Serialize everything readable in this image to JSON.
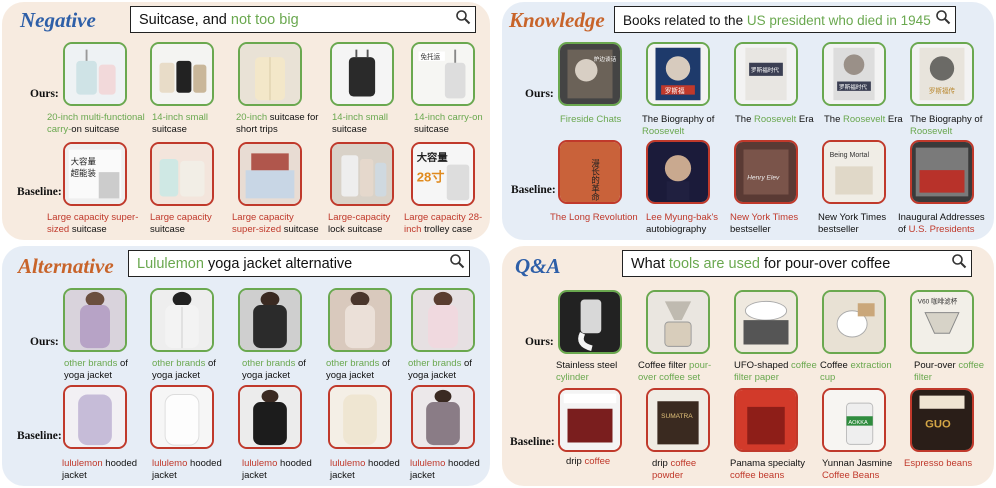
{
  "panels": {
    "negative": {
      "title": "Negative",
      "query_plain": "Suitcase, and ",
      "query_green": "not too big",
      "ours_label": "Ours:",
      "baseline_label": "Baseline:",
      "ours": [
        {
          "g": "20-inch multi-functional carry-",
          "t": "on suitcase"
        },
        {
          "g": "14-inch small",
          "t": " suitcase"
        },
        {
          "g": "20-inch",
          "t": " suitcase for short trips"
        },
        {
          "g": "14-inch small",
          "t": " suitcase"
        },
        {
          "g": "14-inch carry-on",
          "t": " suitcase"
        }
      ],
      "baseline": [
        {
          "r": "Large capacity super-sized",
          "t": " suitcase"
        },
        {
          "r": "Large capacity",
          "t": " suitcase"
        },
        {
          "r": "Large capacity super-sized",
          "t": " suitcase"
        },
        {
          "r": "Large-capacity",
          "t": " lock suitcase"
        },
        {
          "r": "Large capacity 28-inch",
          "t": " trolley case"
        }
      ]
    },
    "knowledge": {
      "title": "Knowledge",
      "query_plain": "Books related to the ",
      "query_green": "US president who died in 1945",
      "ours_label": "Ours:",
      "baseline_label": "Baseline:",
      "ours": [
        {
          "g": "Fireside Chats",
          "t": ""
        },
        {
          "t1": "The Biography of ",
          "g": "Roosevelt"
        },
        {
          "t1": "The ",
          "g": "Roosevelt",
          "t": " Era"
        },
        {
          "t1": "The ",
          "g": "Roosevelt",
          "t": " Era"
        },
        {
          "t1": "The Biography of ",
          "g": "Roosevelt"
        }
      ],
      "baseline": [
        {
          "r": "The Long Revolution",
          "t": ""
        },
        {
          "r": "Lee Myung-bak's",
          "t": " autobiography"
        },
        {
          "r": "New York Times",
          "t": " bestseller"
        },
        {
          "t1": "New York Times bestseller",
          "r": ""
        },
        {
          "t1": "Inaugural Addresses of ",
          "r": "U.S. Presidents"
        }
      ],
      "book_text": [
        "炉边谈话",
        "罗斯福",
        "罗斯福时代",
        "罗斯福时代",
        "罗斯福传",
        "漫长的革命",
        "",
        "",
        "Being Mortal",
        ""
      ]
    },
    "alternative": {
      "title": "Alternative",
      "query_green": "Lululemon",
      "query_plain": " yoga jacket alternative",
      "ours_label": "Ours:",
      "baseline_label": "Baseline:",
      "ours": [
        {
          "g": "other brands",
          "t": " of yoga jacket"
        },
        {
          "g": "other brands",
          "t": " of yoga jacket"
        },
        {
          "g": "other brands",
          "t": " of yoga jacket"
        },
        {
          "g": "other brands",
          "t": " of yoga jacket"
        },
        {
          "g": "other brands",
          "t": " of yoga jacket"
        }
      ],
      "baseline": [
        {
          "r": "lululemon",
          "t": " hooded jacket"
        },
        {
          "r": "lululemo",
          "t": " hooded jacket"
        },
        {
          "r": "lululemo",
          "t": " hooded jacket"
        },
        {
          "r": "lululemo",
          "t": " hooded jacket"
        },
        {
          "r": "lululemo",
          "t": " hooded jacket"
        }
      ]
    },
    "qa": {
      "title": "Q&A",
      "query_plain": "What ",
      "query_green": "tools are used",
      "query_plain2": " for pour-over coffee",
      "ours_label": "Ours:",
      "baseline_label": "Baseline:",
      "ours": [
        {
          "t1": "Stainless steel ",
          "g": "cylinder"
        },
        {
          "t1": "Coffee filter ",
          "g": "pour-over coffee set"
        },
        {
          "t1": "UFO-shaped ",
          "g": "coffee filter paper"
        },
        {
          "t1": "Coffee ",
          "g": "extraction cup"
        },
        {
          "t1": "Pour-over ",
          "g": "coffee filter"
        }
      ],
      "baseline": [
        {
          "t1": "drip ",
          "r": "coffee"
        },
        {
          "t1": "drip ",
          "r": "coffee powder"
        },
        {
          "t1": "Panama specialty ",
          "r": "coffee beans"
        },
        {
          "t1": "Yunnan Jasmine ",
          "r": "Coffee Beans"
        },
        {
          "r": "Espresso beans",
          "t": ""
        }
      ],
      "product_text": [
        "V60 咖啡滤杯",
        "AOKKA",
        "GUO",
        "SUMATRA"
      ]
    }
  },
  "colors": {
    "green": "#6aa84f",
    "red": "#c0392b",
    "title_blue": "#2e5fa8",
    "title_orange": "#c8642a"
  }
}
